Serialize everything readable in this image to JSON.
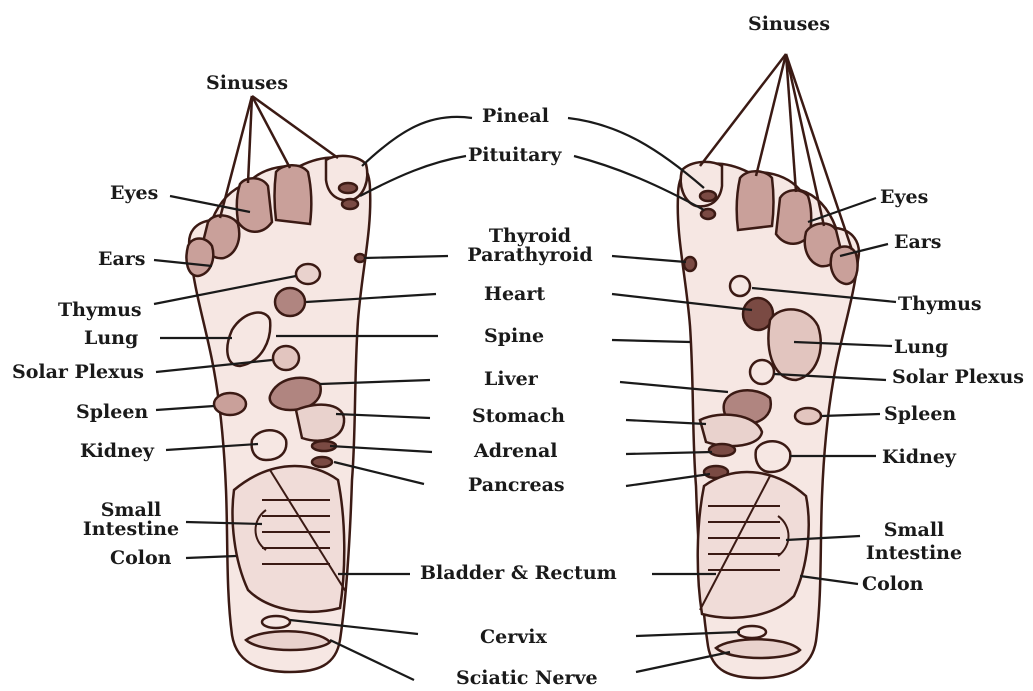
{
  "colors": {
    "outline": "#3b1a14",
    "foot_fill": "#f6e7e3",
    "organ_fill": "#c9a09a",
    "organ_dark": "#7a4a43",
    "text": "#1a1a1a"
  },
  "center": {
    "pineal": "Pineal",
    "pituitary": "Pituitary",
    "thyroid": "Thyroid",
    "parathyroid": "Parathyroid",
    "heart": "Heart",
    "spine": "Spine",
    "liver": "Liver",
    "stomach": "Stomach",
    "adrenal": "Adrenal",
    "pancreas": "Pancreas",
    "bladder": "Bladder & Rectum",
    "cervix": "Cervix",
    "sciatic": "Sciatic Nerve"
  },
  "left": {
    "sinuses": "Sinuses",
    "eyes": "Eyes",
    "ears": "Ears",
    "thymus": "Thymus",
    "lung": "Lung",
    "solar_plexus": "Solar Plexus",
    "spleen": "Spleen",
    "kidney": "Kidney",
    "small_1": "Small",
    "small_2": "Intestine",
    "colon": "Colon"
  },
  "right": {
    "sinuses": "Sinuses",
    "eyes": "Eyes",
    "ears": "Ears",
    "thymus": "Thymus",
    "lung": "Lung",
    "solar_plexus": "Solar Plexus",
    "spleen": "Spleen",
    "kidney": "Kidney",
    "small_1": "Small",
    "small_2": "Intestine",
    "colon": "Colon"
  }
}
